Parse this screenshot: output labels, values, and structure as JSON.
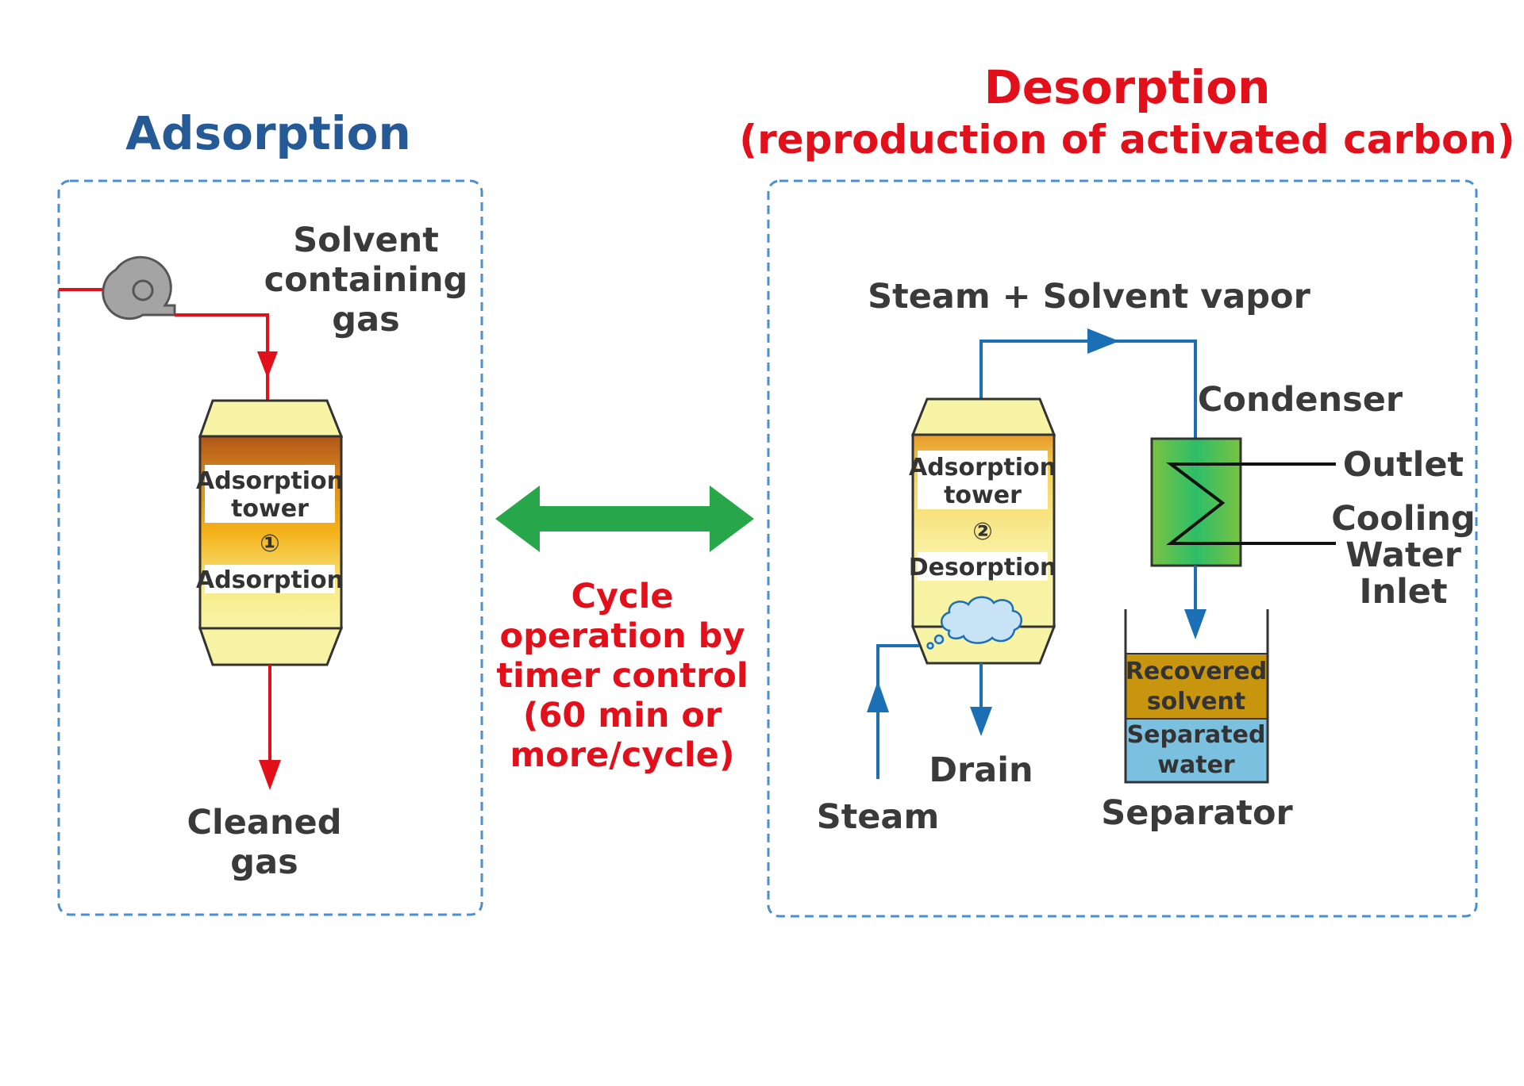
{
  "adsorption": {
    "title": "Adsorption",
    "inlet_label": [
      "Solvent",
      "containing",
      "gas"
    ],
    "outlet_label": [
      "Cleaned",
      "gas"
    ],
    "tower": {
      "name": [
        "Adsorption",
        "tower"
      ],
      "number": "①",
      "state": "Adsorption"
    }
  },
  "desorption": {
    "title": "Desorption",
    "subtitle": "(reproduction of activated carbon)",
    "vapor_label": "Steam + Solvent vapor",
    "condenser_label": "Condenser",
    "outlet_label": "Outlet",
    "cooling_label": [
      "Cooling",
      "Water",
      "Inlet"
    ],
    "steam_label": "Steam",
    "drain_label": "Drain",
    "separator_label": "Separator",
    "separator_layers": {
      "top": [
        "Recovered",
        "solvent"
      ],
      "bottom": [
        "Separated",
        "water"
      ]
    },
    "tower": {
      "name": [
        "Adsorption",
        "tower"
      ],
      "number": "②",
      "state": "Desorption"
    }
  },
  "cycle": {
    "label": [
      "Cycle",
      "operation by",
      "timer control",
      "(60 min or",
      "more/cycle)"
    ]
  },
  "colors": {
    "adsorption_title": "#255a96",
    "red_accent": "#e2101b",
    "steam_line": "#1a6fb5",
    "cycle_arrow": "#27a64a",
    "frame_dash": "#4a8fd0",
    "tower_fill": "#f7f2a0",
    "solvent_layer": "#c8960e",
    "water_layer": "#7cc0e0"
  }
}
